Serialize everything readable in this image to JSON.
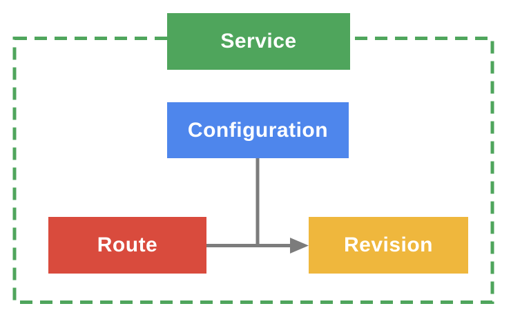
{
  "diagram": {
    "type": "resource-relationship-diagram",
    "nodes": {
      "service": {
        "label": "Service",
        "color": "#4fa55c"
      },
      "configuration": {
        "label": "Configuration",
        "color": "#4e86ec"
      },
      "route": {
        "label": "Route",
        "color": "#d94b3d"
      },
      "revision": {
        "label": "Revision",
        "color": "#efb73d"
      }
    },
    "boundary": {
      "owner": "Service",
      "style": "dashed",
      "color": "#4fa55c"
    },
    "connector": {
      "color": "#7c7c7c"
    },
    "edges": [
      {
        "from": "Route",
        "to": "Revision",
        "arrow": true
      },
      {
        "from": "Configuration",
        "to": "Revision",
        "arrow": true
      }
    ],
    "text_color": "#ffffff"
  }
}
